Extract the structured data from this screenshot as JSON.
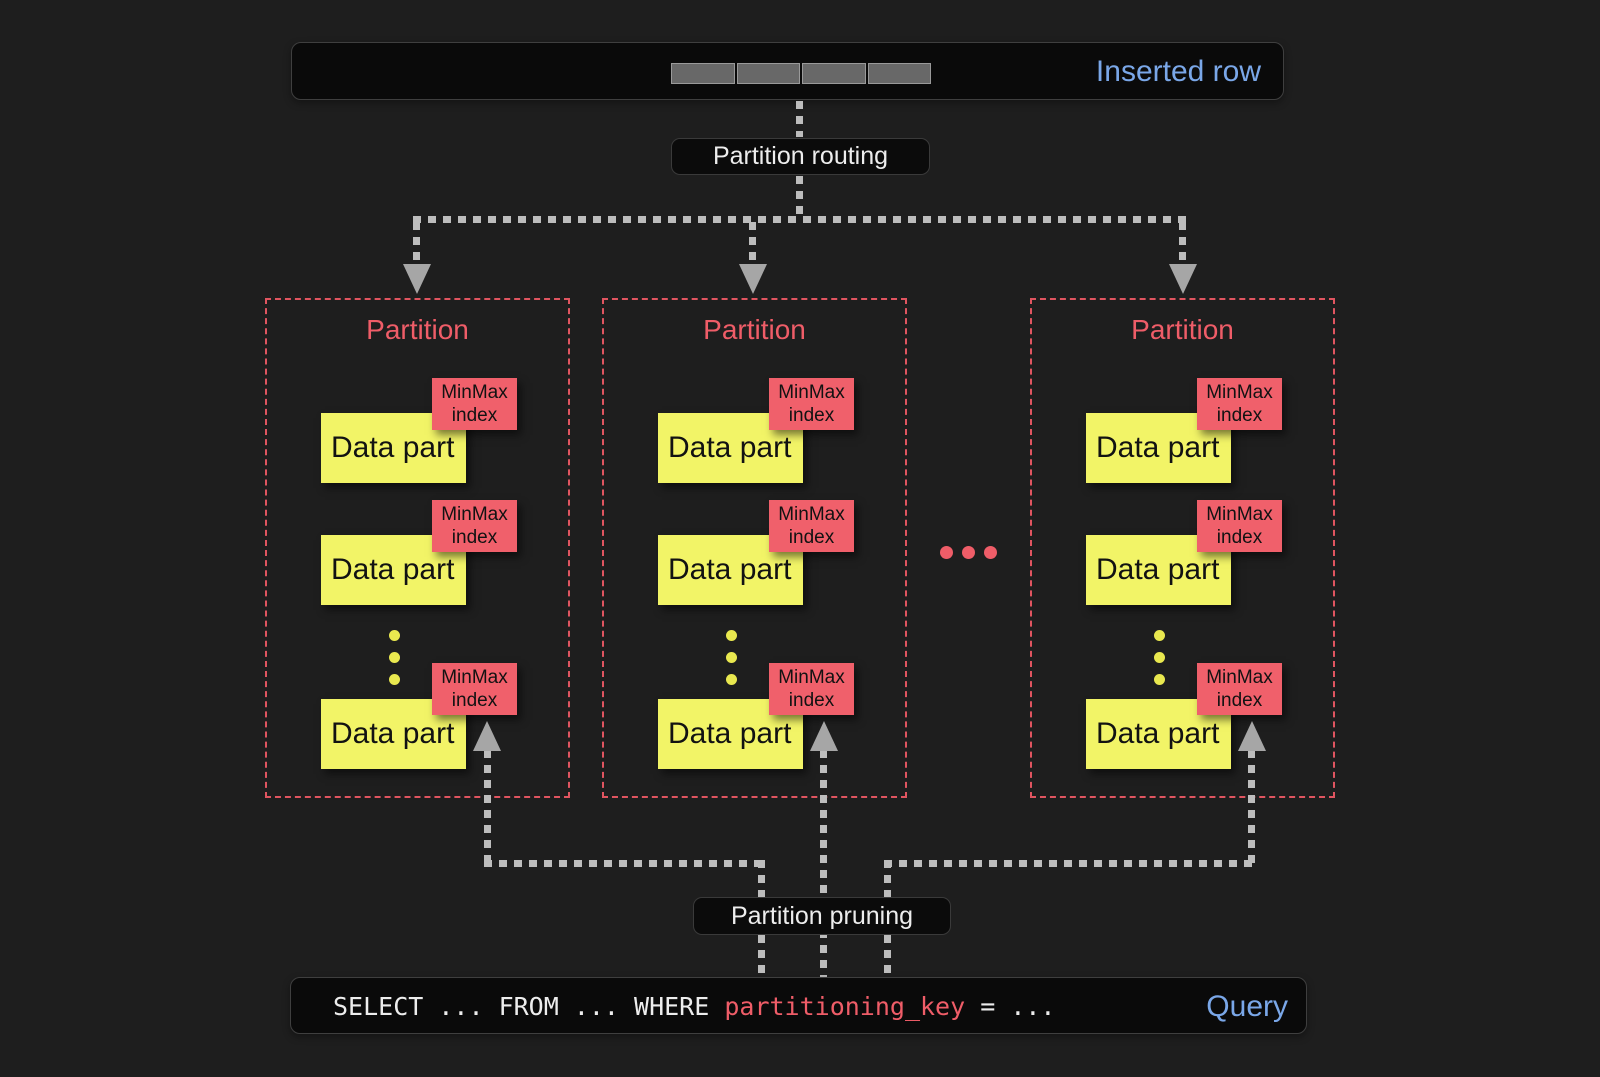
{
  "colors": {
    "bg": "#1e1e1e",
    "bar_bg": "#0a0a0a",
    "bar_border": "#3f3f3f",
    "accent_blue": "#7aa7e8",
    "accent_pink": "#ef5d68",
    "pink_border": "#e05560",
    "yellow": "#f2f467",
    "tag_red": "#f0606b",
    "arrow": "#bdbdbd",
    "arrowhead": "#a6a6a6",
    "cell_gray": "#686868"
  },
  "top_bar": {
    "label": "Inserted row",
    "cell_count": 4
  },
  "routing_pill": {
    "label": "Partition routing"
  },
  "partitions": [
    {
      "title": "Partition"
    },
    {
      "title": "Partition"
    },
    {
      "title": "Partition"
    }
  ],
  "labels": {
    "data_part": "Data part",
    "minmax_line1": "MinMax",
    "minmax_line2": "index"
  },
  "pruning_pill": {
    "label": "Partition pruning"
  },
  "query_bar": {
    "prefix": "SELECT ... FROM ... WHERE ",
    "highlight": "partitioning_key",
    "suffix": " = ...",
    "label": "Query"
  }
}
